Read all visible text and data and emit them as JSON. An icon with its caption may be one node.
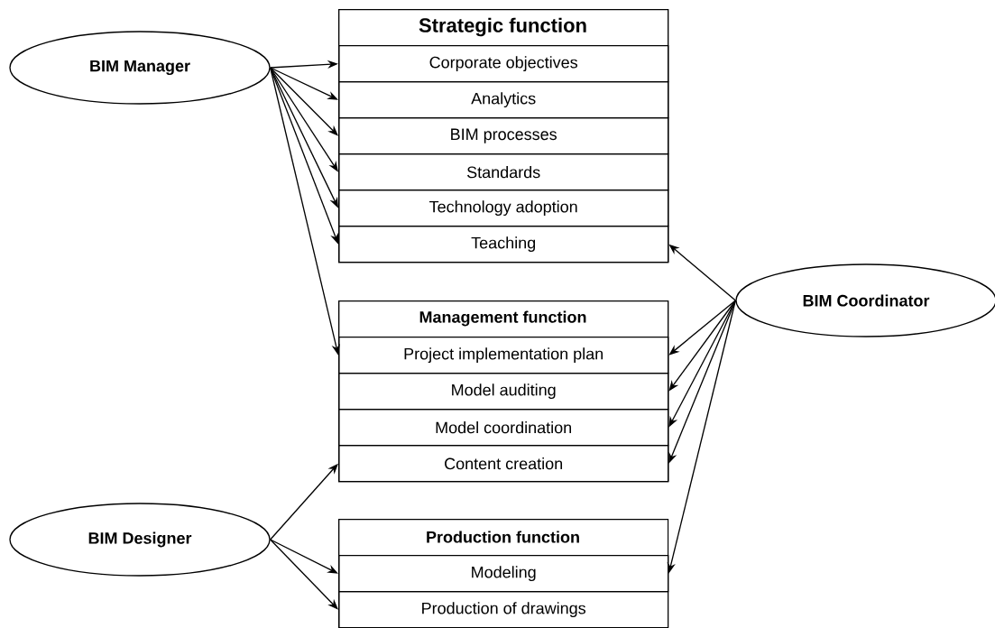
{
  "diagram": {
    "nodes": [
      {
        "text": [
          "BIM Manager"
        ]
      },
      {
        "text": [
          "Strategic function"
        ]
      },
      {
        "text": [
          "Corporate objectives"
        ],
        "in": 1
      },
      {
        "text": [
          "Analytics"
        ],
        "in": 1
      },
      {
        "text": [
          "BIM processes"
        ],
        "in": 1
      },
      {
        "text": [
          "Standards"
        ],
        "in": 1
      },
      {
        "text": [
          "Technology adoption"
        ],
        "in": 1
      },
      {
        "text": [
          "Teaching"
        ],
        "in": 1
      },
      {
        "text": [
          "BIM Coordinator"
        ]
      },
      {
        "text": [
          "Management function"
        ]
      },
      {
        "text": [
          "Project implementation plan"
        ],
        "in": 9
      },
      {
        "text": [
          "Model auditing"
        ],
        "in": 9
      },
      {
        "text": [
          "Model coordination"
        ],
        "in": 9
      },
      {
        "text": [
          "Content creation"
        ],
        "in": 9
      },
      {
        "text": [
          "BIM Designer"
        ]
      },
      {
        "text": [
          "Production function"
        ]
      },
      {
        "text": [
          "Modeling"
        ],
        "in": 15
      },
      {
        "text": [
          "Production of drawings"
        ],
        "in": 15
      }
    ],
    "edges": [
      {
        "from": 0,
        "to": 2,
        "arrow": "to"
      },
      {
        "from": 0,
        "to": 3,
        "arrow": "to"
      },
      {
        "from": 0,
        "to": 4,
        "arrow": "to"
      },
      {
        "from": 0,
        "to": 5,
        "arrow": "to"
      },
      {
        "from": 0,
        "to": 6,
        "arrow": "to"
      },
      {
        "from": 0,
        "to": 7,
        "arrow": "to"
      },
      {
        "from": 0,
        "to": 10,
        "arrow": "to"
      },
      {
        "from": 8,
        "to": 7,
        "arrow": "to"
      },
      {
        "from": 8,
        "to": 10,
        "arrow": "to"
      },
      {
        "from": 8,
        "to": 11,
        "arrow": "to"
      },
      {
        "from": 8,
        "to": 12,
        "arrow": "to"
      },
      {
        "from": 8,
        "to": 13,
        "arrow": "to"
      },
      {
        "from": 8,
        "to": 16,
        "arrow": "to"
      },
      {
        "from": 14,
        "to": 13,
        "arrow": "to"
      },
      {
        "from": 14,
        "to": 16,
        "arrow": "to"
      },
      {
        "from": 14,
        "to": 17,
        "arrow": "to"
      }
    ]
  }
}
